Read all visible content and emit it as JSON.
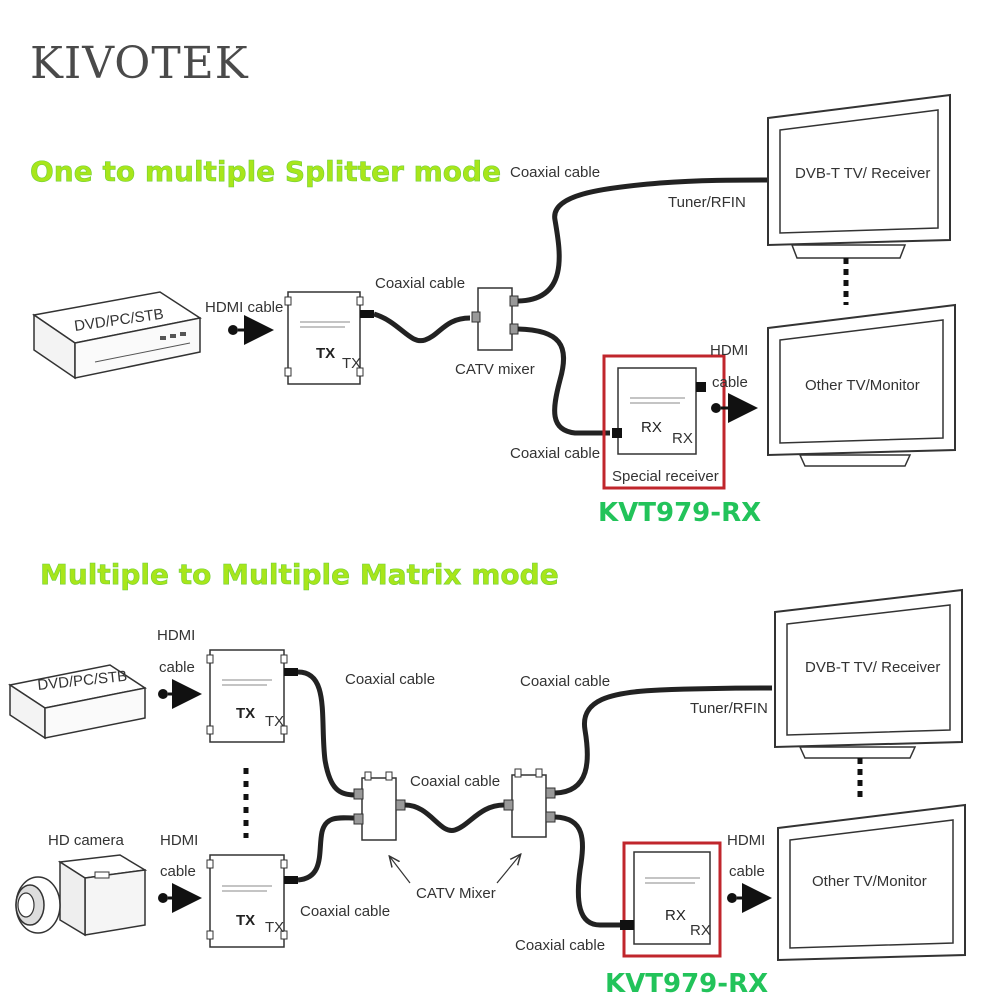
{
  "brand": "KIVOTEK",
  "section1": {
    "title": "One to multiple Splitter mode",
    "source_device": "DVD/PC/STB",
    "hdmi_cable_in": "HDMI cable",
    "tx_label": "TX",
    "tx_badge": "TX",
    "coaxial_cable_tx": "Coaxial cable",
    "mixer_label": "CATV mixer",
    "coaxial_cable_top": "Coaxial cable",
    "tuner": "Tuner/RFIN",
    "tv_top": "DVB-T TV/ Receiver",
    "coaxial_cable_rx": "Coaxial cable",
    "rx_label": "RX",
    "rx_badge": "RX",
    "special_receiver": "Special receiver",
    "hdmi_out_line1": "HDMI",
    "hdmi_out_line2": "cable",
    "tv_bottom": "Other TV/Monitor",
    "model": "KVT979-RX"
  },
  "section2": {
    "title": "Multiple to Multiple Matrix mode",
    "source_device": "DVD/PC/STB",
    "hdmi1_line1": "HDMI",
    "hdmi1_line2": "cable",
    "camera": "HD camera",
    "hdmi2_line1": "HDMI",
    "hdmi2_line2": "cable",
    "tx1_label": "TX",
    "tx1_badge": "TX",
    "tx2_label": "TX",
    "tx2_badge": "TX",
    "coaxial_cable_1": "Coaxial cable",
    "coaxial_cable_2": "Coaxial cable",
    "coaxial_cable_mid": "Coaxial cable",
    "coaxial_cable_top": "Coaxial cable",
    "mixer_label": "CATV Mixer",
    "tuner": "Tuner/RFIN",
    "tv_top": "DVB-T TV/ Receiver",
    "coaxial_cable_rx": "Coaxial cable",
    "rx_label": "RX",
    "rx_badge": "RX",
    "hdmi_out_line1": "HDMI",
    "hdmi_out_line2": "cable",
    "tv_bottom": "Other TV/Monitor",
    "model": "KVT979-RX"
  },
  "colors": {
    "title_green": "#a8e61a",
    "model_green": "#22c35a",
    "highlight_red": "#c0262c",
    "cable": "#222222"
  }
}
